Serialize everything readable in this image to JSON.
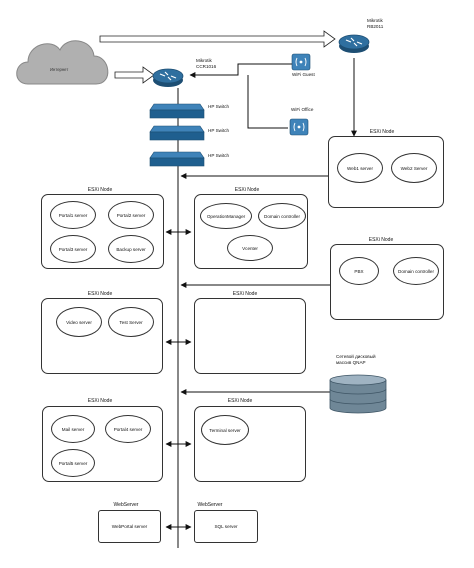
{
  "internet": {
    "label": "Интернет"
  },
  "routers": {
    "rb": {
      "line1": "Mikrotik",
      "line2": "RB2011"
    },
    "ccr": {
      "line1": "Mikrotik",
      "line2": "CCR1016"
    }
  },
  "switches": [
    "HP Switch",
    "HP Switch",
    "HP Switch"
  ],
  "wifi": {
    "guest": "WiFi Guest",
    "office": "WiFi Office"
  },
  "storage": {
    "line1": "Сетевой дисковый",
    "line2": "массив QNAP"
  },
  "nodes": {
    "n1": {
      "title": "ESXi Node",
      "vms": [
        "Portal1 server",
        "Portal2 server",
        "Portal3 server",
        "Backup server"
      ]
    },
    "n2": {
      "title": "ESXi Node",
      "vms": [
        "OperationManager",
        "Domain controller",
        "Vcenter"
      ]
    },
    "n3": {
      "title": "ESXi Node",
      "vms": [
        "Web1 server",
        "Web2 Server"
      ]
    },
    "n4": {
      "title": "ESXi Node",
      "vms": [
        "PBX",
        "Domain controller"
      ]
    },
    "n5": {
      "title": "ESXi Node",
      "vms": [
        "Video server",
        "Test Server"
      ]
    },
    "n6": {
      "title": "ESXi Node",
      "vms": []
    },
    "n7": {
      "title": "ESXi Node",
      "vms": [
        "Mail server",
        "Portal4 server",
        "Portal5 server"
      ]
    },
    "n8": {
      "title": "ESXi Node",
      "vms": [
        "Terminal server"
      ]
    }
  },
  "webservers": {
    "w1": {
      "title": "WebServer",
      "app": "WebPortal server"
    },
    "w2": {
      "title": "WebServer",
      "app": "SQL server"
    }
  }
}
